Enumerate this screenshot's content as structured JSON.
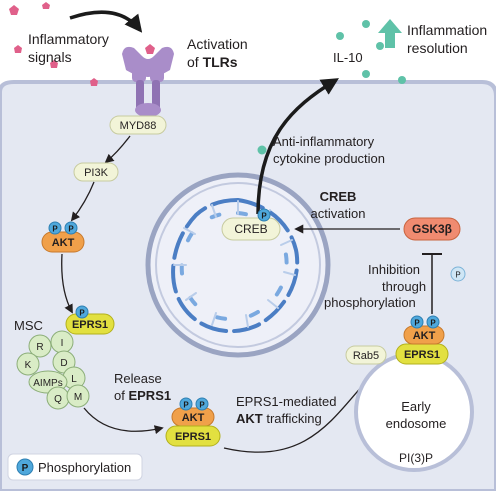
{
  "labels": {
    "inflammatory_signals_1": "Inflammatory",
    "inflammatory_signals_2": "signals",
    "activation_1": "Activation",
    "activation_2_prefix": "of ",
    "activation_2_bold": "TLRs",
    "il10": "IL-10",
    "inflammation_resolution_1": "Inflammation",
    "inflammation_resolution_2": "resolution",
    "myd88": "MYD88",
    "pi3k": "PI3K",
    "akt": "AKT",
    "anti_inflammatory_1": "Anti-inflammatory",
    "anti_inflammatory_2": "cytokine production",
    "creb_activation_1": "CREB",
    "creb_activation_2": "activation",
    "creb": "CREB",
    "gsk3b": "GSK3β",
    "inhibition_1": "Inhibition",
    "inhibition_2": "through",
    "inhibition_3": "phosphorylation",
    "msc": "MSC",
    "eprs1": "EPRS1",
    "aimp_letters": [
      "R",
      "I",
      "K",
      "D",
      "L",
      "AIMPs",
      "Q",
      "M"
    ],
    "release_1": "Release",
    "release_2_prefix": "of ",
    "release_2_bold": "EPRS1",
    "trafficking_1": "EPRS1-mediated",
    "trafficking_2_bold": "AKT",
    "trafficking_2_suffix": " trafficking",
    "rab5": "Rab5",
    "early_endosome_1": "Early",
    "early_endosome_2": "endosome",
    "pi3p": "PI(3)P",
    "phosphorylation": "Phosphorylation",
    "p": "P"
  },
  "colors": {
    "cell_fill": "#e4e8f2",
    "membrane": "#b8bfd8",
    "receptor": "#a98dc9",
    "ligand": "#e0608a",
    "pill_fill": "#f2f4d8",
    "akt": "#f0a04a",
    "eprs1": "#e2e040",
    "gsk3b": "#f08b70",
    "phospho": "#4fa8dc",
    "aimp": "#d9ecc6",
    "dna_blue": "#4b7ec4",
    "arrow_teal": "#5fc2a8"
  }
}
